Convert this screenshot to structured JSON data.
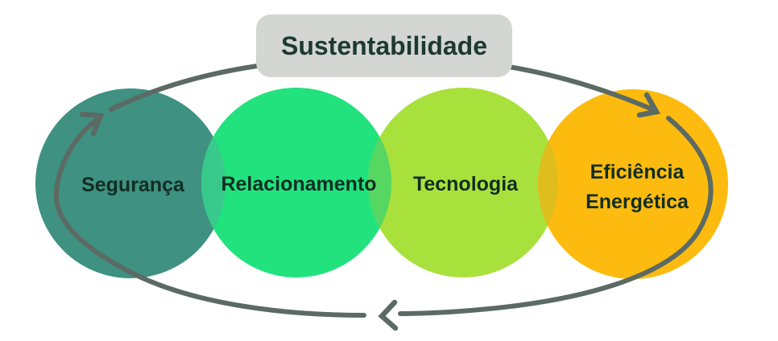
{
  "title": {
    "label": "Sustentabilidade"
  },
  "circles": [
    {
      "label": "Segurança",
      "color": "#3F9181"
    },
    {
      "label": "Relacionamento",
      "color": "#22E27E"
    },
    {
      "label": "Tecnologia",
      "color": "#A9E13C"
    },
    {
      "label": "Eficiência Energética",
      "label_line1": "Eficiência",
      "label_line2": "Energética",
      "color": "#FCBB0E"
    }
  ],
  "overlaps": {
    "teal_green": "#38CA8C",
    "green_lime": "#55D762",
    "lime_orange": "#DDBE1D"
  },
  "cycle": {
    "direction": "clockwise",
    "arrow_color": "#5C6A64",
    "arrowheads": [
      "cycle-arrowhead-left",
      "cycle-arrowhead-top-right",
      "cycle-arrowhead-bottom"
    ]
  },
  "colors": {
    "background": "#FFFFFF",
    "title_box": "#D3D6D3",
    "title_text": "#1D3933",
    "label_text": "#122D24"
  }
}
